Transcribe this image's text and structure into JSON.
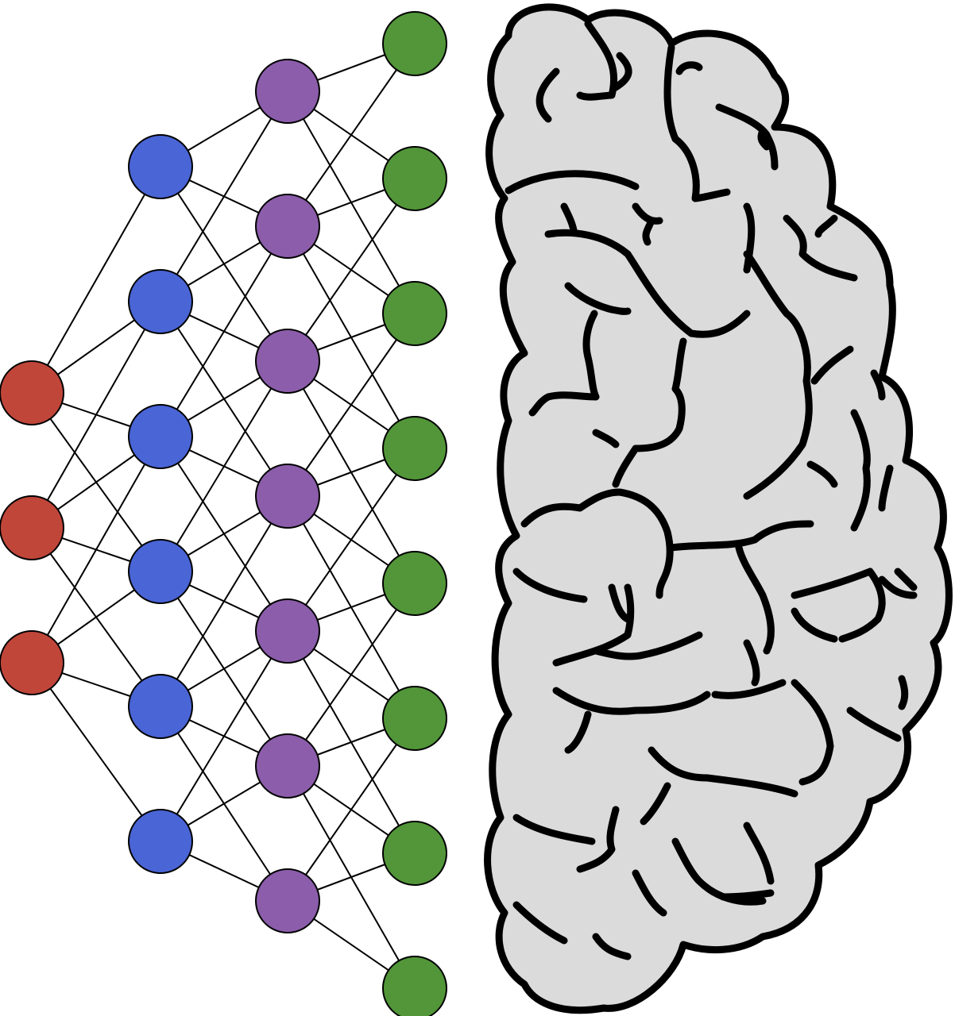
{
  "network": {
    "layers": [
      {
        "role": "input",
        "count": 3,
        "color": "#c0463a"
      },
      {
        "role": "hidden-1",
        "count": 6,
        "color": "#4965d6"
      },
      {
        "role": "hidden-2",
        "count": 7,
        "color": "#8c5dab"
      },
      {
        "role": "output",
        "count": 8,
        "color": "#529639"
      }
    ],
    "edge_color": "#000000"
  },
  "brain": {
    "fill_color": "#dbdbdb",
    "stroke_color": "#000000"
  }
}
